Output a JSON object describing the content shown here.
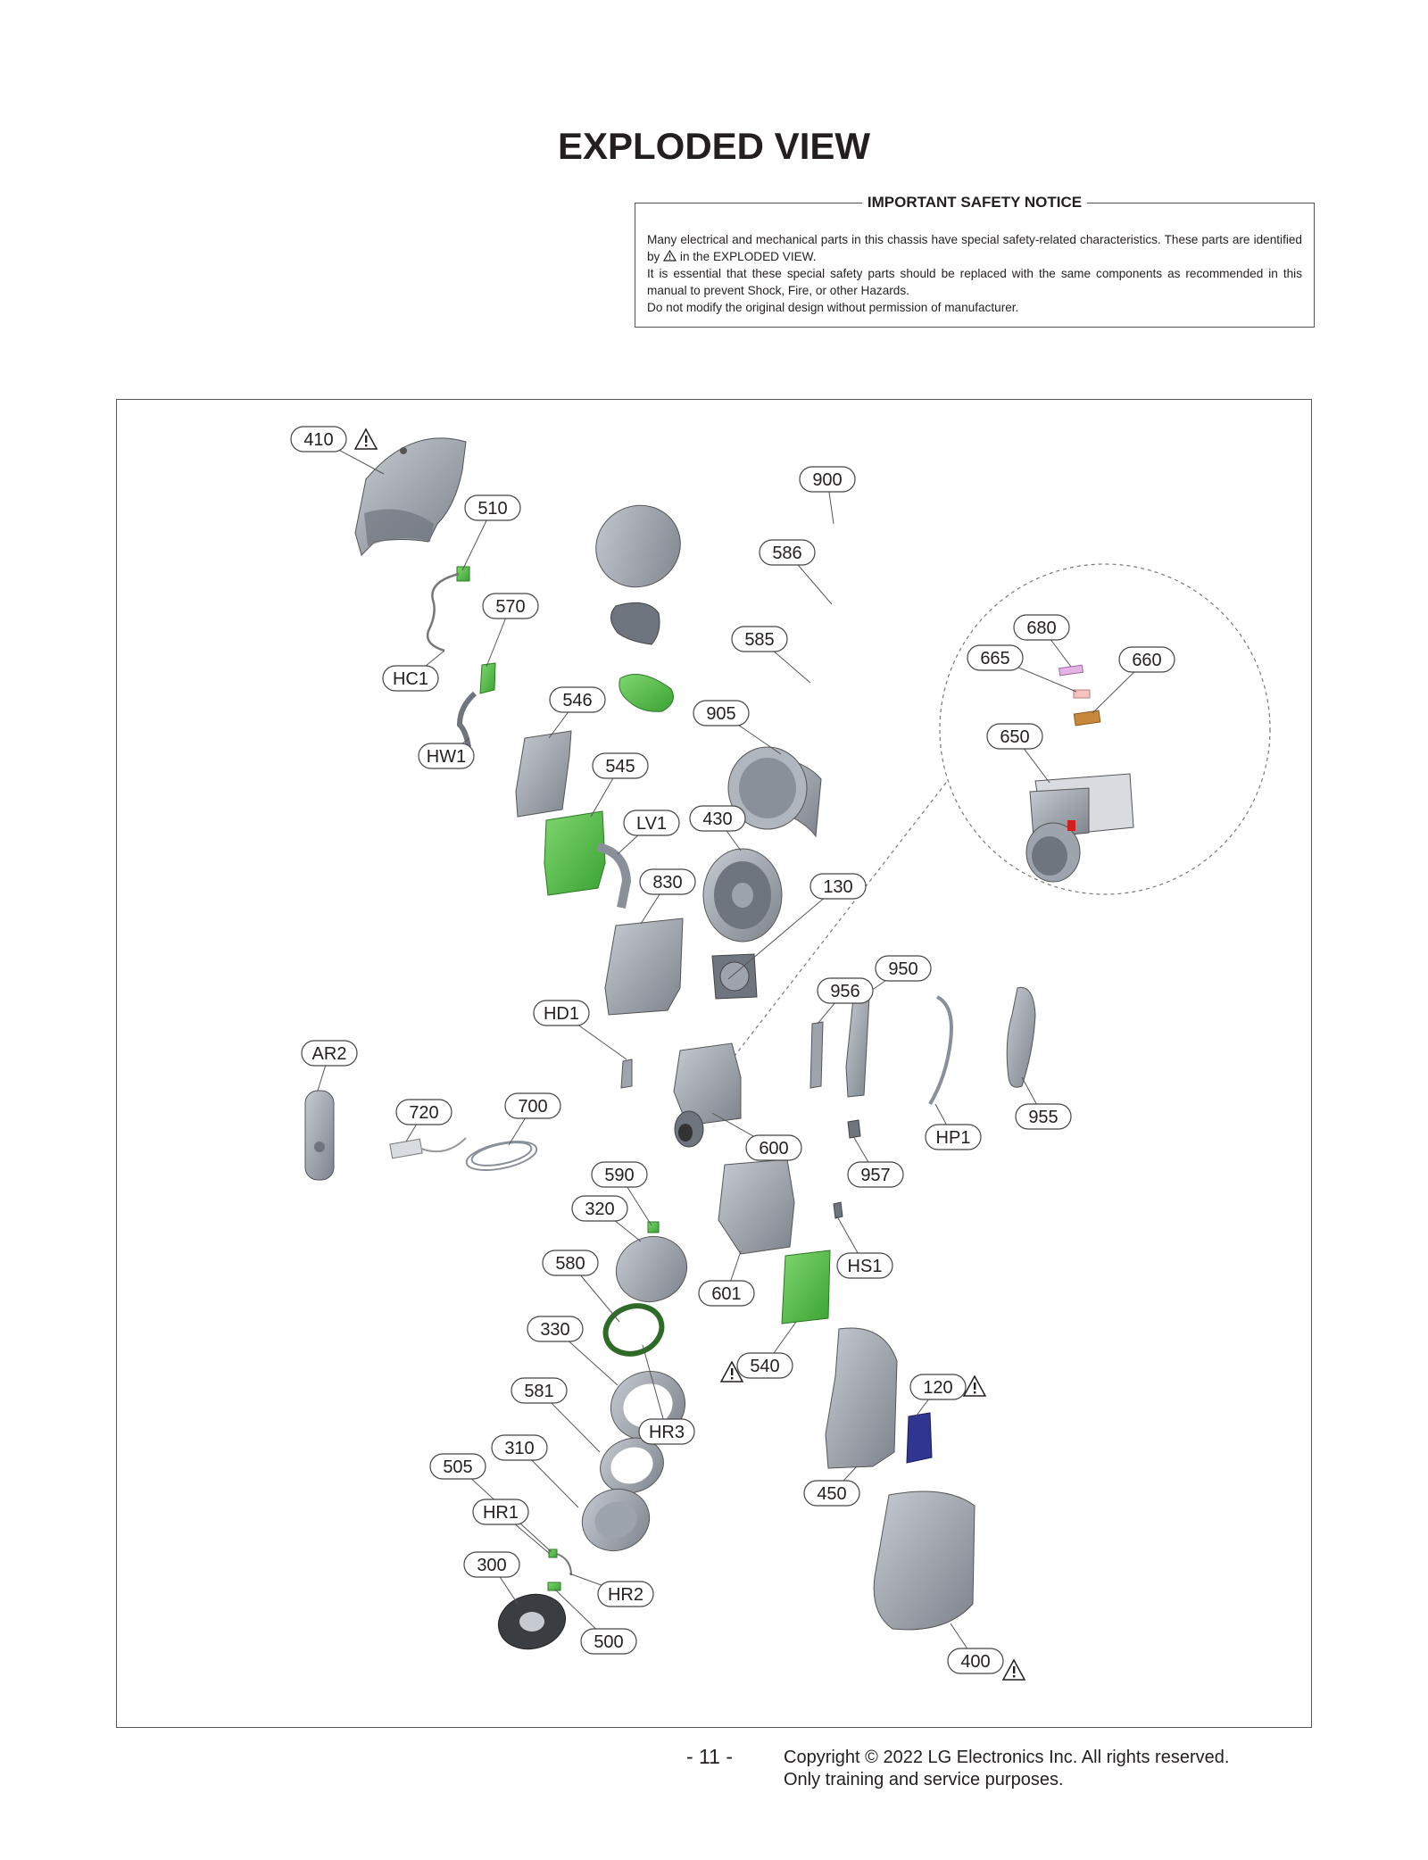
{
  "page": {
    "title": "EXPLODED VIEW"
  },
  "notice": {
    "heading": "IMPORTANT SAFETY NOTICE",
    "line1": "Many electrical and mechanical parts in this chassis have special safety-related characteristics. These parts are identified by",
    "line1_tail": "in the EXPLODED VIEW.",
    "line2": "It is essential that these special safety parts should be replaced with the same components as recommended in this manual to prevent Shock, Fire, or other Hazards.",
    "line3": "Do not modify the original design without permission of manufacturer."
  },
  "diagram": {
    "callouts": [
      "410",
      "510",
      "570",
      "HC1",
      "HW1",
      "546",
      "545",
      "LV1",
      "900",
      "586",
      "585",
      "905",
      "430",
      "830",
      "130",
      "680",
      "665",
      "660",
      "650",
      "HD1",
      "956",
      "950",
      "AR2",
      "720",
      "700",
      "600",
      "955",
      "HP1",
      "957",
      "590",
      "320",
      "580",
      "601",
      "HS1",
      "540",
      "330",
      "HR3",
      "120",
      "581",
      "310",
      "505",
      "HR1",
      "450",
      "300",
      "HR2",
      "500",
      "400"
    ],
    "safety_parts": [
      "410",
      "540",
      "120",
      "400"
    ],
    "colors": {
      "part_gray": "#9ea4ad",
      "part_dark": "#6f757e",
      "pcb_green": "#57c24a",
      "capacitor_blue": "#2f3590",
      "callout_border": "#444444"
    }
  },
  "footer": {
    "page_number": "- 11 -",
    "copyright": "Copyright © 2022 LG Electronics Inc. All rights reserved.",
    "usage": "Only training and service purposes."
  }
}
